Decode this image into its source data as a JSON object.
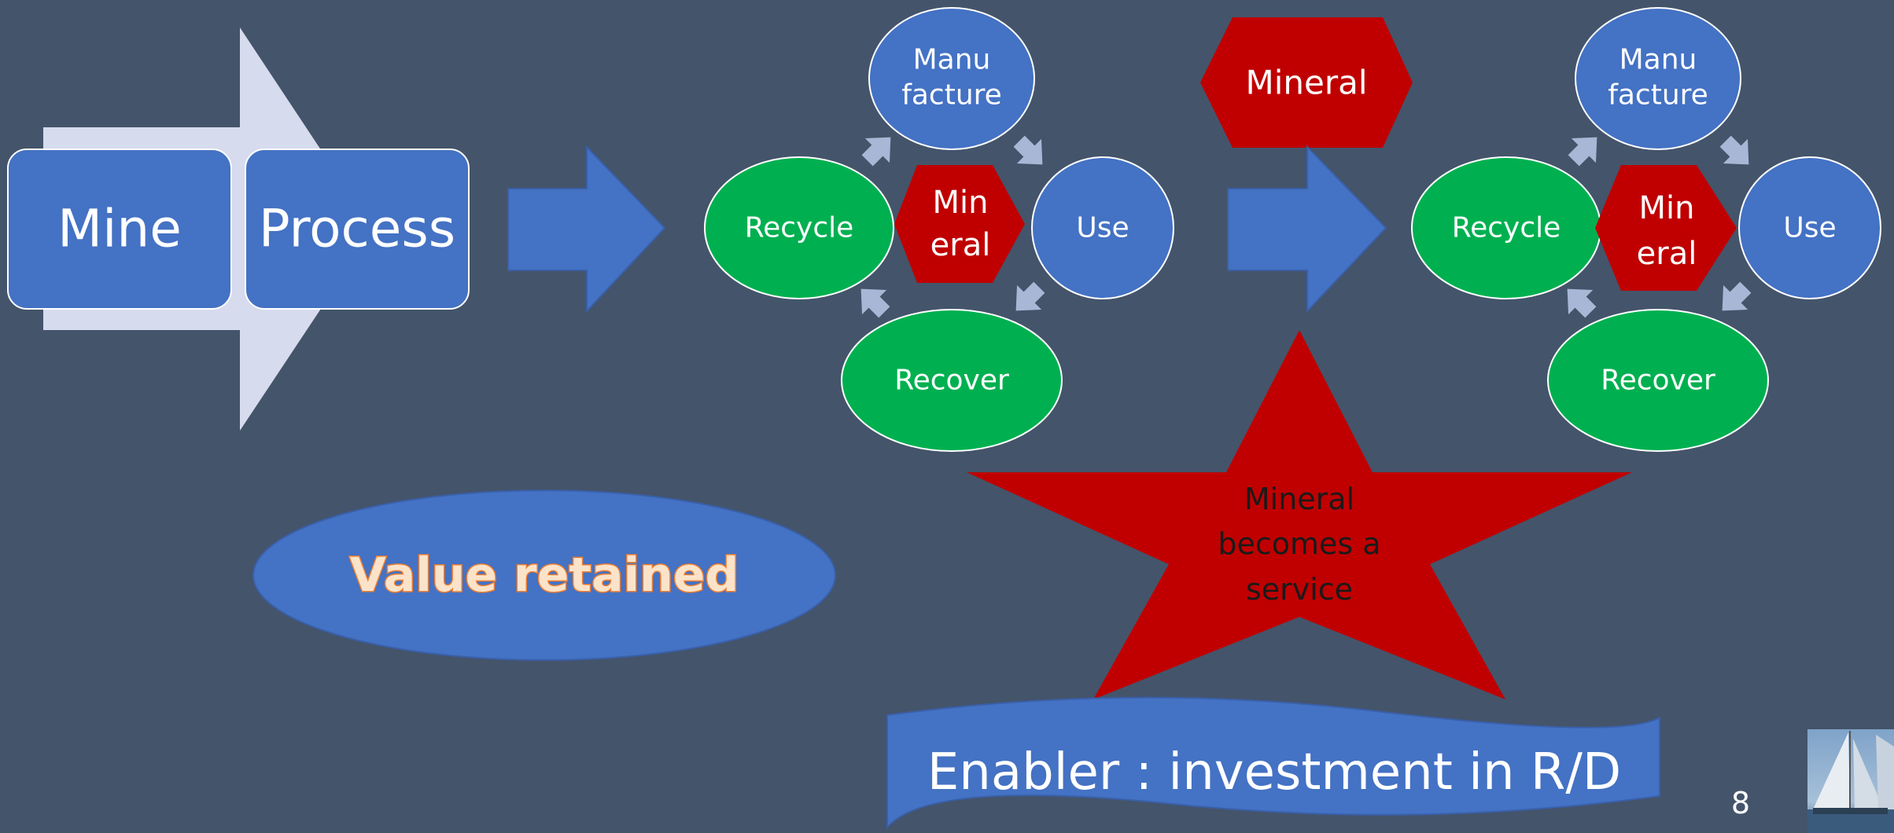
{
  "linear": {
    "mine": "Mine",
    "process": "Process"
  },
  "cycle_left": {
    "top": [
      "Manu",
      "facture"
    ],
    "right": "Use",
    "bottom": "Recover",
    "left": "Recycle",
    "center": [
      "Min",
      "eral"
    ]
  },
  "mineral_hexagon": "Mineral",
  "cycle_right": {
    "top": [
      "Manu",
      "facture"
    ],
    "right": "Use",
    "bottom": "Recover",
    "left": "Recycle",
    "center": [
      "Min",
      "eral"
    ]
  },
  "value_retained": "Value retained",
  "star": [
    "Mineral",
    "becomes a",
    "service"
  ],
  "enabler": "Enabler : investment in R/D",
  "slide_number": "8",
  "colors": {
    "background": "#44546a",
    "blue": "#4472c4",
    "green": "#00b050",
    "red": "#c00000",
    "light_arrow": "#d6dbee",
    "small_arrow": "#a9b7d6",
    "orange_outline": "#ed7d31"
  }
}
